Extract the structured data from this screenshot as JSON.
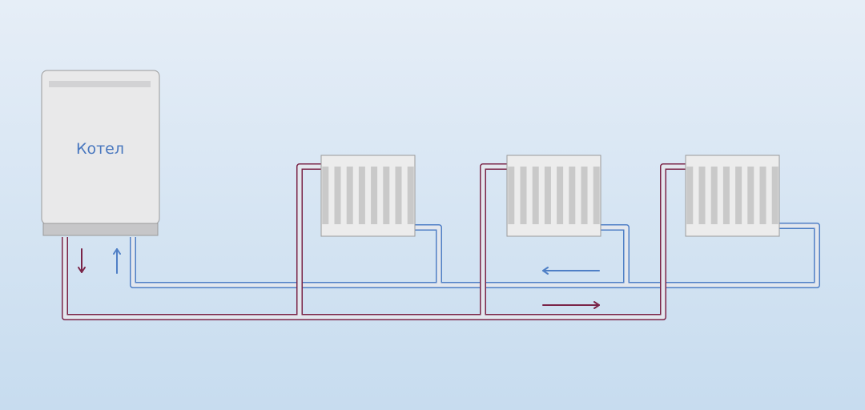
{
  "boiler": {
    "label": "Котел"
  },
  "radiators": {
    "count": 3,
    "sections": 8
  },
  "colors": {
    "background_top": "#e6eef7",
    "background_bottom": "#c7dcef",
    "supply": "#7a2448",
    "return": "#4f7fc6",
    "pipe_fill": "#e3e7ee",
    "boiler_body": "#e9e9ea",
    "boiler_base": "#c6c6c8",
    "radiator_body": "#ececec",
    "radiator_section": "#c9c9c9",
    "outline": "#9a9a9a",
    "label": "#4a78bf"
  },
  "flow_arrows": [
    {
      "name": "boiler-supply-arrow",
      "direction": "down",
      "circuit": "supply"
    },
    {
      "name": "boiler-return-arrow",
      "direction": "up",
      "circuit": "return"
    },
    {
      "name": "return-flow-arrow",
      "direction": "left",
      "circuit": "return"
    },
    {
      "name": "supply-flow-arrow",
      "direction": "right",
      "circuit": "supply"
    }
  ]
}
